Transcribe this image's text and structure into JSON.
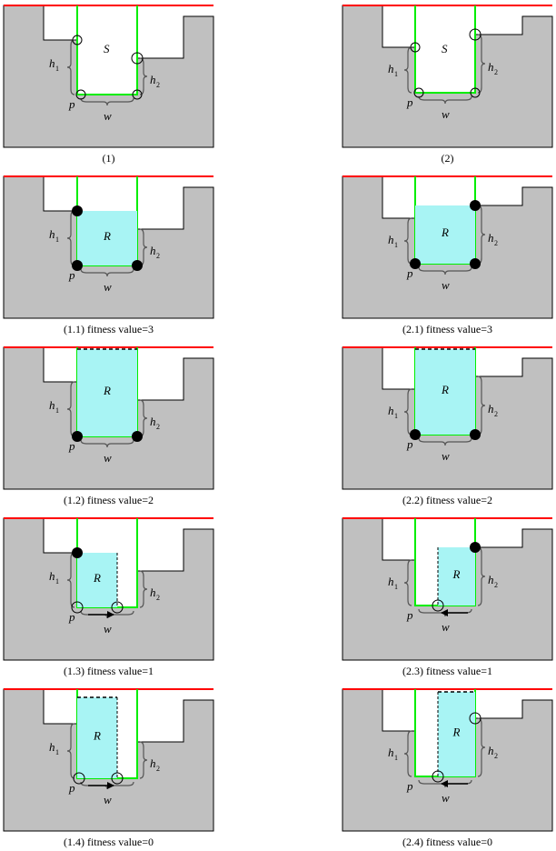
{
  "labels": {
    "S": "S",
    "R": "R",
    "h1": "h",
    "h1_sub": "1",
    "h2": "h",
    "h2_sub": "2",
    "p": "p",
    "w": "w"
  },
  "colors": {
    "ground": "#c0c0c0",
    "top_line": "#ff0000",
    "slot_outline": "#00ee00",
    "rect_fill": "#a8f4f4"
  },
  "panels": [
    {
      "caption": "(1)",
      "side": "left",
      "type": "S"
    },
    {
      "caption": "(2)",
      "side": "right",
      "type": "S"
    },
    {
      "caption": "(1.1) fitness value=3",
      "side": "left",
      "type": "R",
      "fitness": 3
    },
    {
      "caption": "(2.1) fitness value=3",
      "side": "right",
      "type": "R",
      "fitness": 3
    },
    {
      "caption": "(1.2) fitness value=2",
      "side": "left",
      "type": "R",
      "fitness": 2
    },
    {
      "caption": "(2.2) fitness value=2",
      "side": "right",
      "type": "R",
      "fitness": 2
    },
    {
      "caption": "(1.3) fitness value=1",
      "side": "left",
      "type": "R",
      "fitness": 1
    },
    {
      "caption": "(2.3) fitness value=1",
      "side": "right",
      "type": "R",
      "fitness": 1
    },
    {
      "caption": "(1.4) fitness value=0",
      "side": "left",
      "type": "R",
      "fitness": 0
    },
    {
      "caption": "(2.4) fitness value=0",
      "side": "right",
      "type": "R",
      "fitness": 0
    }
  ]
}
